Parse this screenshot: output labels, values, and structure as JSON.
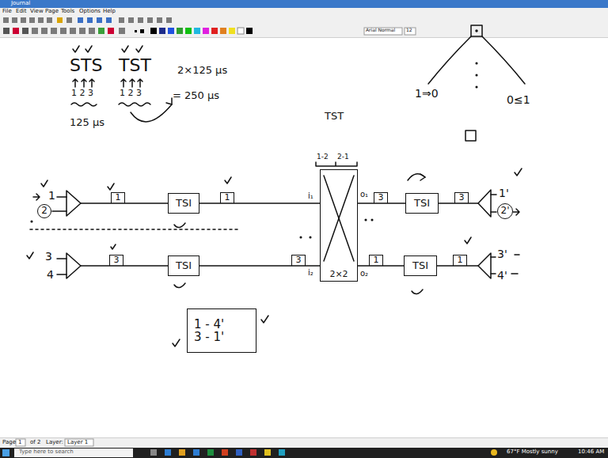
{
  "diagram": {
    "nodes": [
      {
        "text": [
          "1"
        ]
      },
      {
        "text": [
          "2"
        ]
      },
      {
        "text": [
          "TSI"
        ]
      },
      {
        "text": [
          "1"
        ]
      },
      {
        "text": [
          "2×2"
        ]
      },
      {
        "text": [
          "3"
        ]
      },
      {
        "text": [
          "TSI"
        ]
      },
      {
        "text": [
          "3"
        ]
      },
      {
        "text": [
          "2'"
        ]
      },
      {
        "text": [
          "3"
        ]
      },
      {
        "text": [
          "TSI"
        ]
      },
      {
        "text": [
          "3"
        ]
      },
      {
        "text": [
          "1"
        ]
      },
      {
        "text": [
          "TSI"
        ]
      },
      {
        "text": [
          "1"
        ]
      },
      {
        "text": [
          "1 - 4'",
          "3 - 1'"
        ]
      }
    ],
    "edges": [
      {
        "from": 2,
        "to": 4,
        "arrow": "none"
      },
      {
        "from": 10,
        "to": 4,
        "arrow": "none"
      },
      {
        "from": 4,
        "to": 6,
        "arrow": "none"
      },
      {
        "from": 4,
        "to": 13,
        "arrow": "none"
      }
    ],
    "labels": [
      "Journal",
      "File",
      "Edit",
      "View",
      "Page",
      "Tools",
      "Options",
      "Help",
      "Arial Normal",
      "12",
      "STS",
      "1 2 3",
      "125 µs",
      "TST",
      "1 2 3",
      "2×125 µs",
      "= 250 µs",
      "TST",
      "1⇒0",
      "0≤1",
      "1",
      "3",
      "4",
      "1-2",
      "2-1",
      "i₁",
      "i₂",
      "o₁",
      "o₂",
      "1'",
      "3'",
      "4'",
      "Page",
      "1",
      "of 2",
      "Layer:",
      "Layer 1",
      "Type here to search",
      "67°F Mostly sunny",
      "10:46 AM"
    ]
  }
}
